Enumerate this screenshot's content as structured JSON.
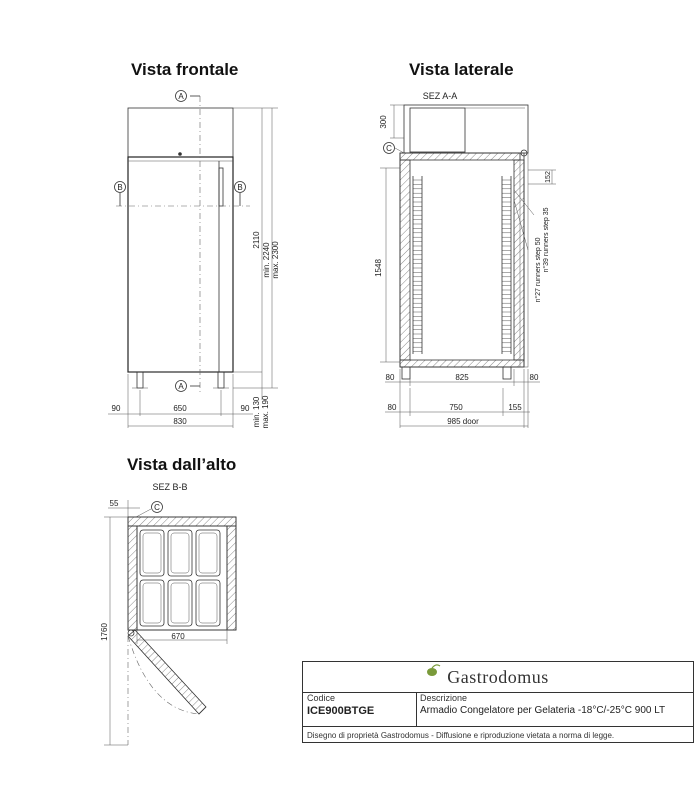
{
  "views": {
    "front_title": "Vista frontale",
    "side_title": "Vista laterale",
    "top_title": "Vista dall’alto"
  },
  "sections": {
    "a_a": "SEZ A-A",
    "b_b": "SEZ B-B",
    "marker_a": "A",
    "marker_b": "B",
    "marker_c": "C"
  },
  "front_dims": {
    "left_leg": "90",
    "width_inner": "650",
    "right_leg": "90",
    "total_width": "830",
    "height_2110": "2110",
    "height_min": "min. 2240",
    "height_max": "max. 2300",
    "leg_min": "min. 130",
    "leg_max": "max. 190"
  },
  "side_dims": {
    "top_300": "300",
    "height_1548": "1548",
    "top_152": "152",
    "runners_39": "n°39 runners step 35",
    "runners_27": "n°27 runners step 50",
    "base_left": "80",
    "depth_825": "825",
    "base_right": "80",
    "foot_left": "80",
    "depth_750": "750",
    "foot_right": "155",
    "door_depth": "985 door"
  },
  "top_dims": {
    "wall_55": "55",
    "width_670": "670",
    "depth_1760": "1760"
  },
  "titleblock": {
    "brand": "Gastrodomus",
    "code_label": "Codice",
    "code_value": "ICE900BTGE",
    "desc_label": "Descrizione",
    "desc_value": "Armadio Congelatore per Gelateria -18°C/-25°C 900 LT",
    "footer": "Disegno di proprietà Gastrodomus -  Diffusione e riproduzione vietata a norma di legge."
  }
}
